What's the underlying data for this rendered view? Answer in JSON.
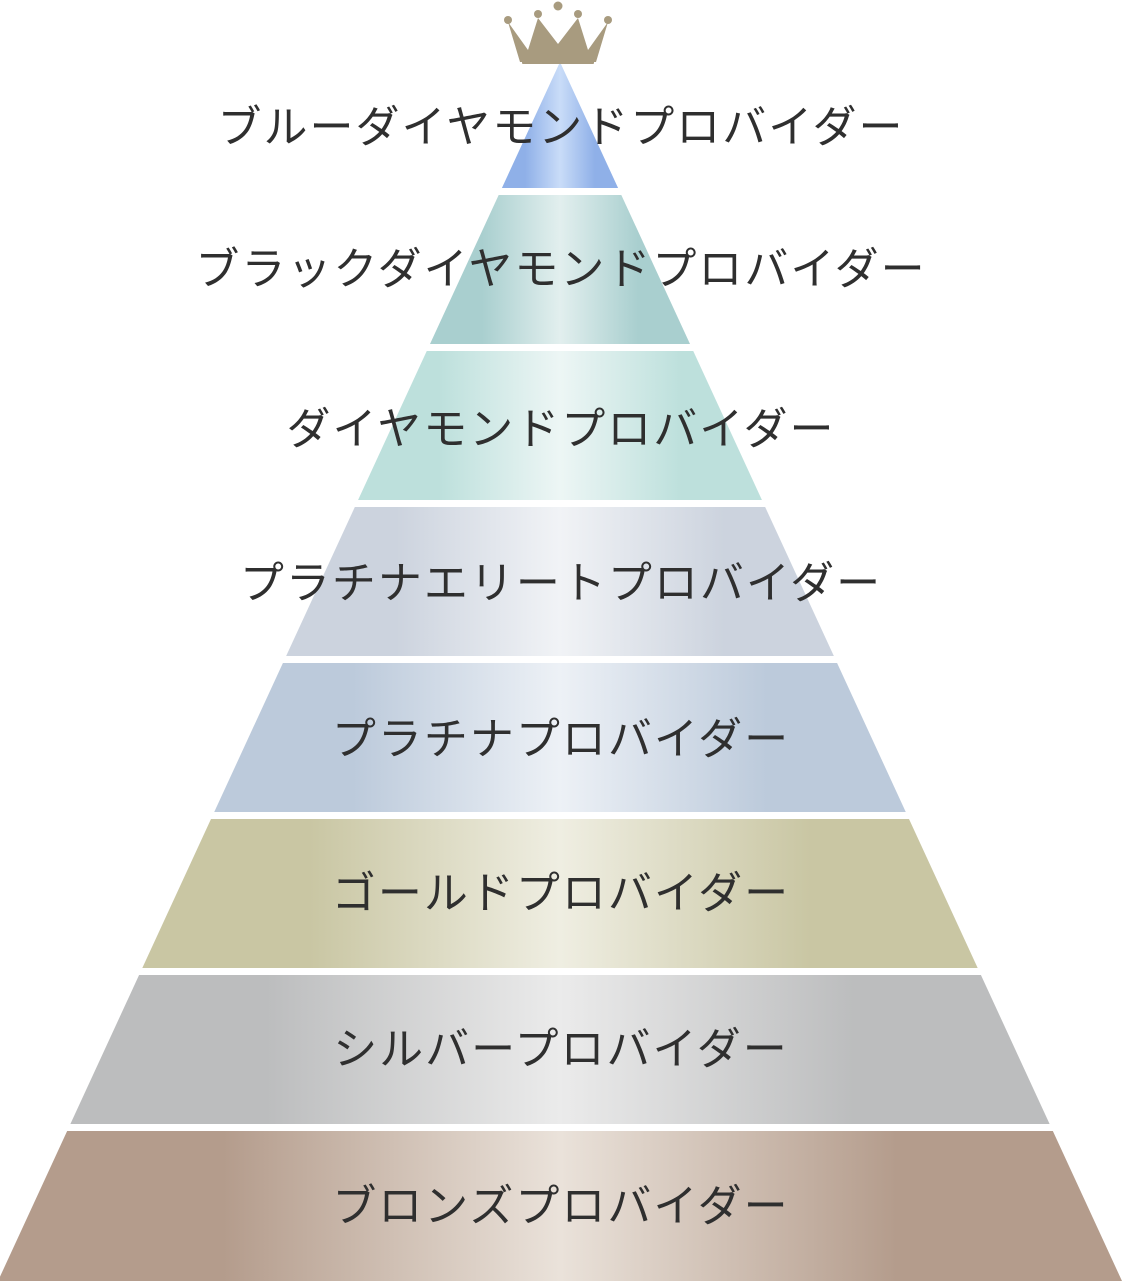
{
  "diagram": {
    "crown_icon": "crown-icon",
    "crown_color": "#a89b7f",
    "tiers": [
      {
        "label": "ブルーダイヤモンドプロバイダー",
        "colors": [
          "#8fb0e8",
          "#c9dcf8",
          "#8fb0e8"
        ]
      },
      {
        "label": "ブラックダイヤモンドプロバイダー",
        "colors": [
          "#a9cfcf",
          "#e2efee",
          "#a9cfcf"
        ]
      },
      {
        "label": "ダイヤモンドプロバイダー",
        "colors": [
          "#bde0dc",
          "#edf6f5",
          "#bde0dc"
        ]
      },
      {
        "label": "プラチナエリートプロバイダー",
        "colors": [
          "#ccd3de",
          "#f1f3f6",
          "#ccd3de"
        ]
      },
      {
        "label": "プラチナプロバイダー",
        "colors": [
          "#bccadb",
          "#edf1f6",
          "#bccadb"
        ]
      },
      {
        "label": "ゴールドプロバイダー",
        "colors": [
          "#c9c6a3",
          "#efeee2",
          "#c9c6a3"
        ]
      },
      {
        "label": "シルバープロバイダー",
        "colors": [
          "#bcbdbe",
          "#ebebeb",
          "#bcbdbe"
        ]
      },
      {
        "label": "ブロンズプロバイダー",
        "colors": [
          "#b49c8c",
          "#eae2da",
          "#b49c8c"
        ]
      }
    ]
  }
}
